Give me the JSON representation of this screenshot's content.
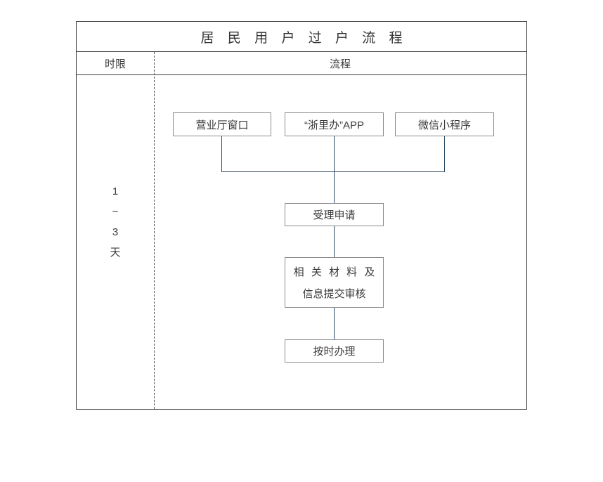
{
  "document": {
    "title": "居 民 用 户 过 户 流 程",
    "columns": {
      "time_header": "时限",
      "flow_header": "流程"
    },
    "duration": {
      "from": "1",
      "range_mark": "~",
      "to": "3",
      "unit": "天"
    }
  },
  "flowchart": {
    "entry_nodes": [
      {
        "id": "hall-window",
        "label": "营业厅窗口"
      },
      {
        "id": "zhelib-app",
        "label": "“浙里办”APP"
      },
      {
        "id": "wechat-miniapp",
        "label": "微信小程序"
      }
    ],
    "steps": [
      {
        "id": "accept-application",
        "line1": "受理申请",
        "line2": ""
      },
      {
        "id": "submit-materials",
        "line1": "相 关 材 料 及",
        "line2": "信息提交审核"
      },
      {
        "id": "process-on-time",
        "line1": "按时办理",
        "line2": ""
      }
    ]
  },
  "colors": {
    "table_border": "#3d3d3d",
    "node_border": "#8b8b8b",
    "connector": "#2b4a63",
    "text": "#3a3a3a"
  }
}
